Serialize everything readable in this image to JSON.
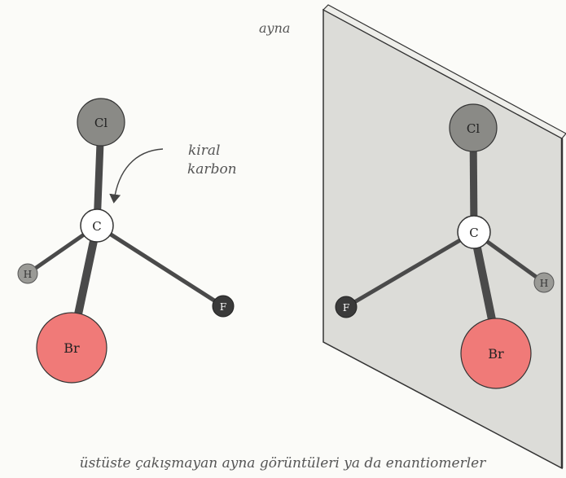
{
  "mirror_label": "ayna",
  "chiral_label_line1": "kiral",
  "chiral_label_line2": "karbon",
  "caption": "üstüste çakışmayan ayna görüntüleri ya da enantiomerler",
  "atoms": {
    "carbon": "C",
    "chlorine": "Cl",
    "hydrogen": "H",
    "bromine": "Br",
    "fluorine": "F"
  },
  "colors": {
    "bond": "#4a4a4a",
    "carbon_fill": "#ffffff",
    "chlorine_fill": "#8a8a86",
    "hydrogen_fill": "#9a9a96",
    "bromine_fill": "#f07a78",
    "fluorine_fill": "#3a3a3a",
    "mirror_fill": "#dcdcd8"
  }
}
